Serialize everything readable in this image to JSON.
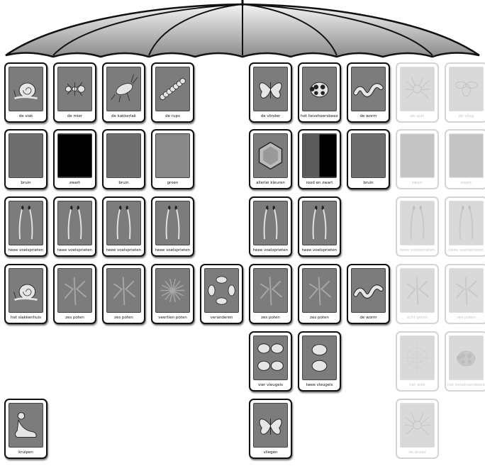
{
  "diagram": {
    "rows": [
      [
        {
          "label": "de slak",
          "pic": "snail"
        },
        {
          "label": "de mier",
          "pic": "ant"
        },
        {
          "label": "de kakkerlak",
          "pic": "cockroach"
        },
        {
          "label": "de rups",
          "pic": "caterpillar"
        },
        null,
        {
          "label": "de vlinder",
          "pic": "butterfly"
        },
        {
          "label": "het lieveheersbeestje",
          "pic": "ladybug"
        },
        {
          "label": "de worm",
          "pic": "worm"
        },
        {
          "label": "de spin",
          "pic": "spider",
          "faded": true
        },
        {
          "label": "de vlieg",
          "pic": "fly",
          "faded": true
        }
      ],
      [
        {
          "label": "bruin",
          "pic": "swatch",
          "fill": "#6e6e6e"
        },
        {
          "label": "zwart",
          "pic": "swatch",
          "fill": "#000000"
        },
        {
          "label": "bruin",
          "pic": "swatch",
          "fill": "#6e6e6e"
        },
        {
          "label": "groen",
          "pic": "swatch",
          "fill": "#8a8a8a"
        },
        null,
        {
          "label": "allerlei kleuren",
          "pic": "hexagon"
        },
        {
          "label": "rood en zwart",
          "pic": "redblack"
        },
        {
          "label": "bruin",
          "pic": "swatch",
          "fill": "#6e6e6e"
        },
        {
          "label": "zwart",
          "pic": "swatch",
          "fill": "#c4c4c4",
          "faded": true
        },
        {
          "label": "zwart",
          "pic": "swatch",
          "fill": "#c4c4c4",
          "faded": true
        }
      ],
      [
        {
          "label": "twee voelsprieten",
          "pic": "antennae"
        },
        {
          "label": "twee voelsprieten",
          "pic": "antennae"
        },
        {
          "label": "twee voelsprieten",
          "pic": "antennae"
        },
        {
          "label": "twee voelsprieten",
          "pic": "antennae"
        },
        null,
        {
          "label": "twee voelsprieten",
          "pic": "antennae"
        },
        {
          "label": "twee voelsprieten",
          "pic": "antennae"
        },
        null,
        {
          "label": "twee voelsprieten",
          "pic": "antennae",
          "faded": true
        },
        {
          "label": "twee voelsprieten",
          "pic": "antennae",
          "faded": true
        }
      ],
      [
        {
          "label": "het slakkenhuis",
          "pic": "snail"
        },
        {
          "label": "zes poten",
          "pic": "legs"
        },
        {
          "label": "zes poten",
          "pic": "legs"
        },
        {
          "label": "veertien poten",
          "pic": "manylegs"
        },
        {
          "label": "veranderen",
          "pic": "cycle"
        },
        {
          "label": "zes poten",
          "pic": "legs"
        },
        {
          "label": "zes poten",
          "pic": "legs"
        },
        {
          "label": "de worm",
          "pic": "worm"
        },
        {
          "label": "acht poten",
          "pic": "legs",
          "faded": true
        },
        {
          "label": "zes poten",
          "pic": "legs",
          "faded": true
        }
      ],
      [
        null,
        null,
        null,
        null,
        null,
        {
          "label": "vier vleugels",
          "pic": "fourwings"
        },
        {
          "label": "twee vleugels",
          "pic": "twowings"
        },
        null,
        {
          "label": "het web",
          "pic": "web",
          "faded": true
        },
        {
          "label": "het lieveheersbeestje",
          "pic": "ladybug",
          "faded": true
        }
      ],
      [
        {
          "label": "kruipen",
          "pic": "crawl"
        },
        null,
        null,
        null,
        null,
        {
          "label": "vliegen",
          "pic": "butterfly"
        },
        null,
        null,
        {
          "label": "de draad",
          "pic": "spider",
          "faded": true
        },
        null
      ]
    ]
  }
}
